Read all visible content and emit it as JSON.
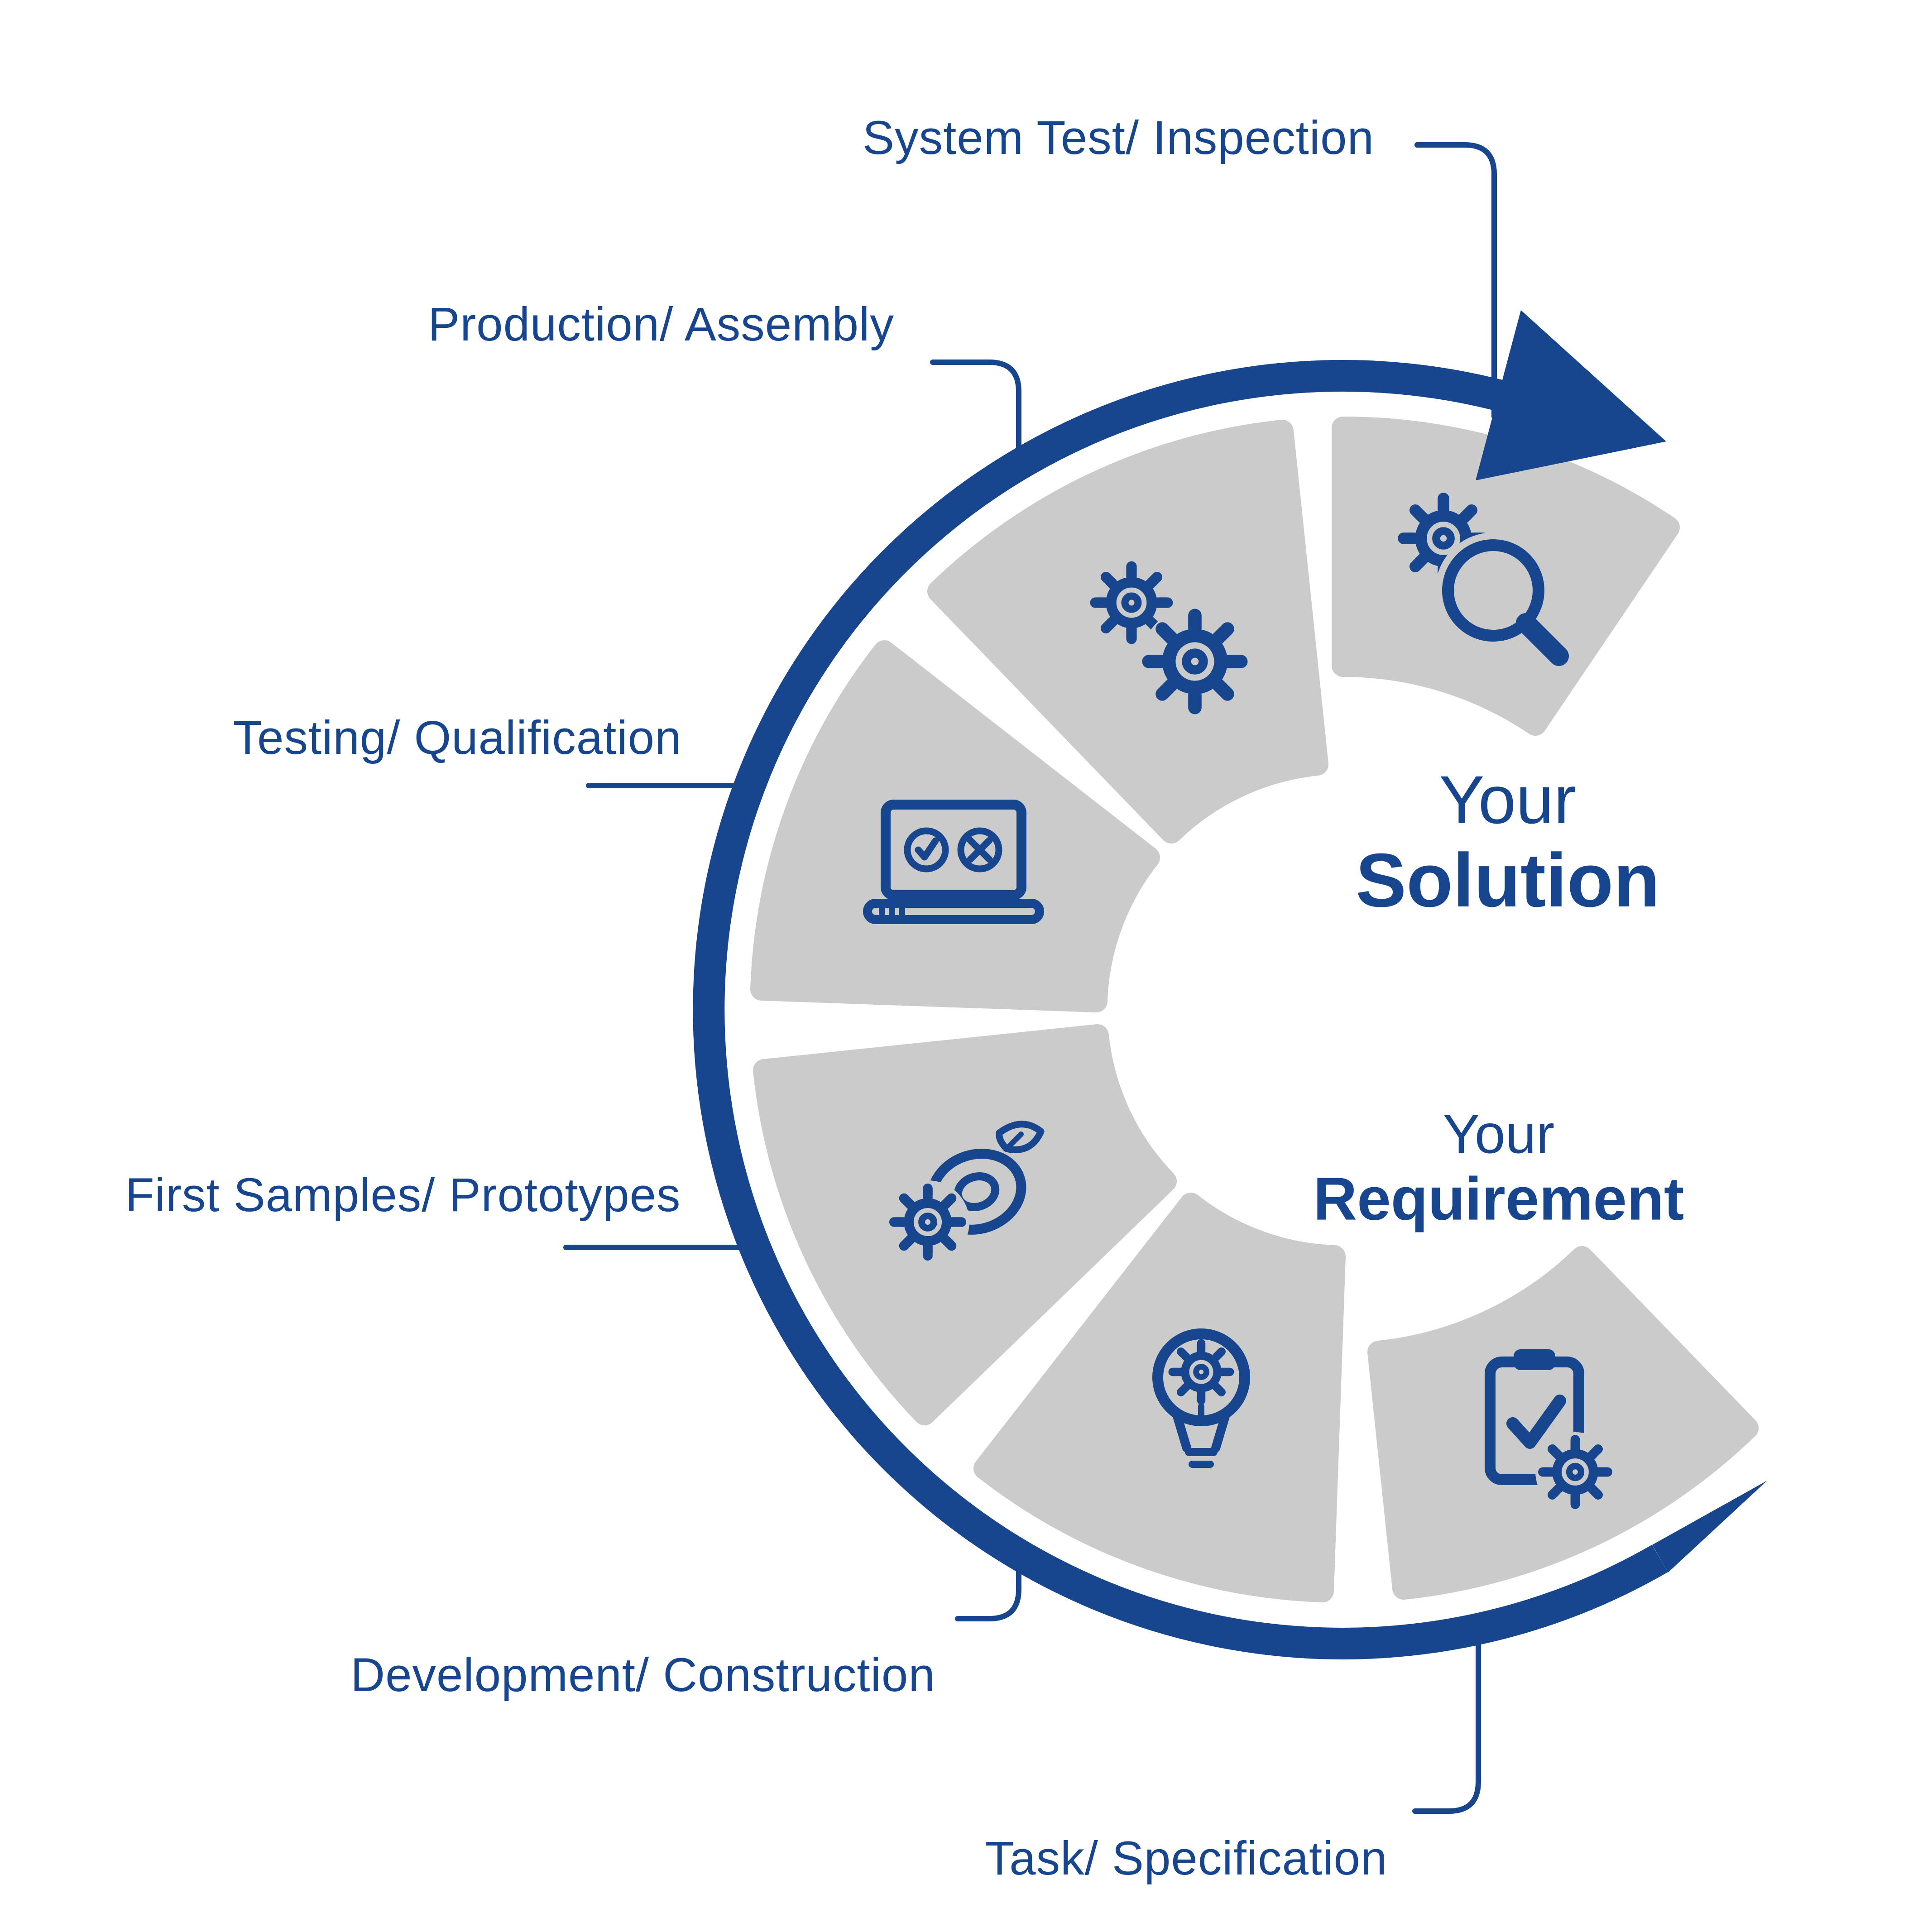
{
  "colors": {
    "accent": "#17468F",
    "segment": "#CBCBCB",
    "background": "#FFFFFF"
  },
  "steps": [
    {
      "label": "Task/ Specification",
      "icon": "clipboard-check-gear-icon"
    },
    {
      "label": "Development/ Construction",
      "icon": "lightbulb-gear-icon"
    },
    {
      "label": "First Samples/ Prototypes",
      "icon": "tape-roll-leaf-gear-icon"
    },
    {
      "label": "Testing/ Qualification",
      "icon": "laptop-check-cross-icon"
    },
    {
      "label": "Production/ Assembly",
      "icon": "two-gears-icon"
    },
    {
      "label": "System Test/ Inspection",
      "icon": "gear-magnifier-icon"
    }
  ],
  "center_labels": {
    "solution": {
      "line1": "Your",
      "line2": "Solution"
    },
    "requirement": {
      "line1": "Your",
      "line2": "Requirement"
    }
  }
}
